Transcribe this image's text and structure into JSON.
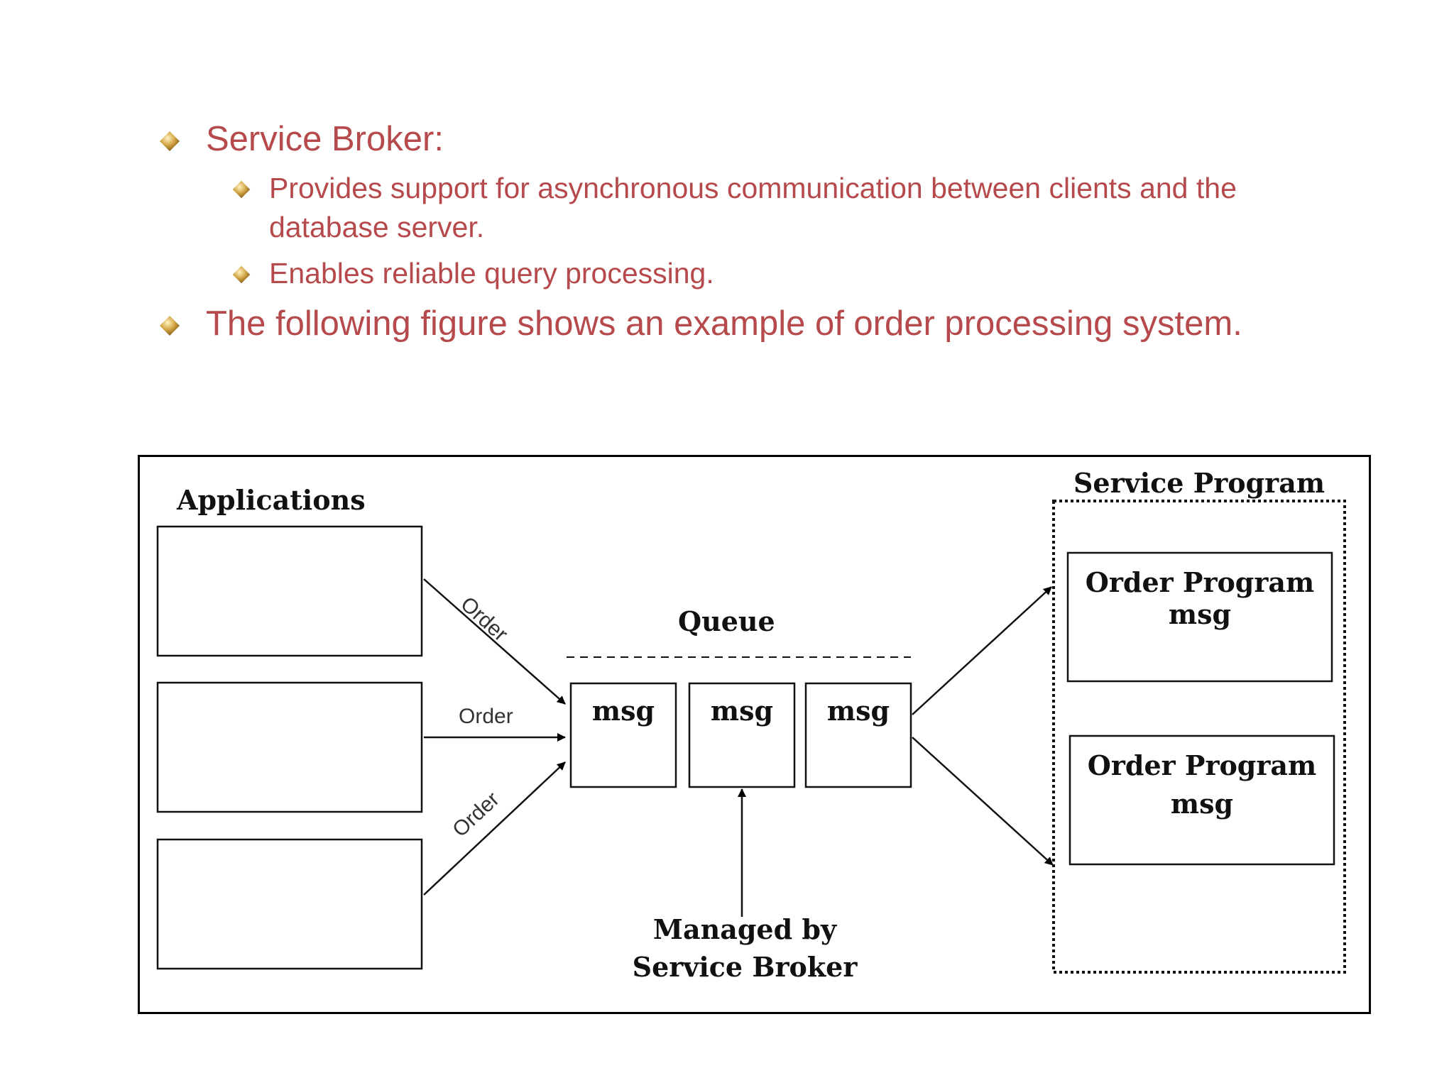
{
  "bullets": {
    "b1": "Service Broker:",
    "b1_sub1_line1": "Provides support for asynchronous communication between clients and the",
    "b1_sub1_line2": "database server.",
    "b1_sub2": "Enables reliable query processing.",
    "b2": "The following figure shows an example of order processing system."
  },
  "diagram": {
    "applications_label": "Applications",
    "order_top": "Order",
    "order_mid": "Order",
    "order_bot": "Order",
    "queue_label": "Queue",
    "msg1": "msg",
    "msg2": "msg",
    "msg3": "msg",
    "managed_line1": "Managed by",
    "managed_line2": "Service Broker",
    "service_program_label": "Service Program",
    "op1_title": "Order Program",
    "op1_msg": "msg",
    "op2_title": "Order Program",
    "op2_msg": "msg"
  },
  "colors": {
    "text_accent": "#b5494b",
    "bullet_diamond": "#c9a040"
  }
}
